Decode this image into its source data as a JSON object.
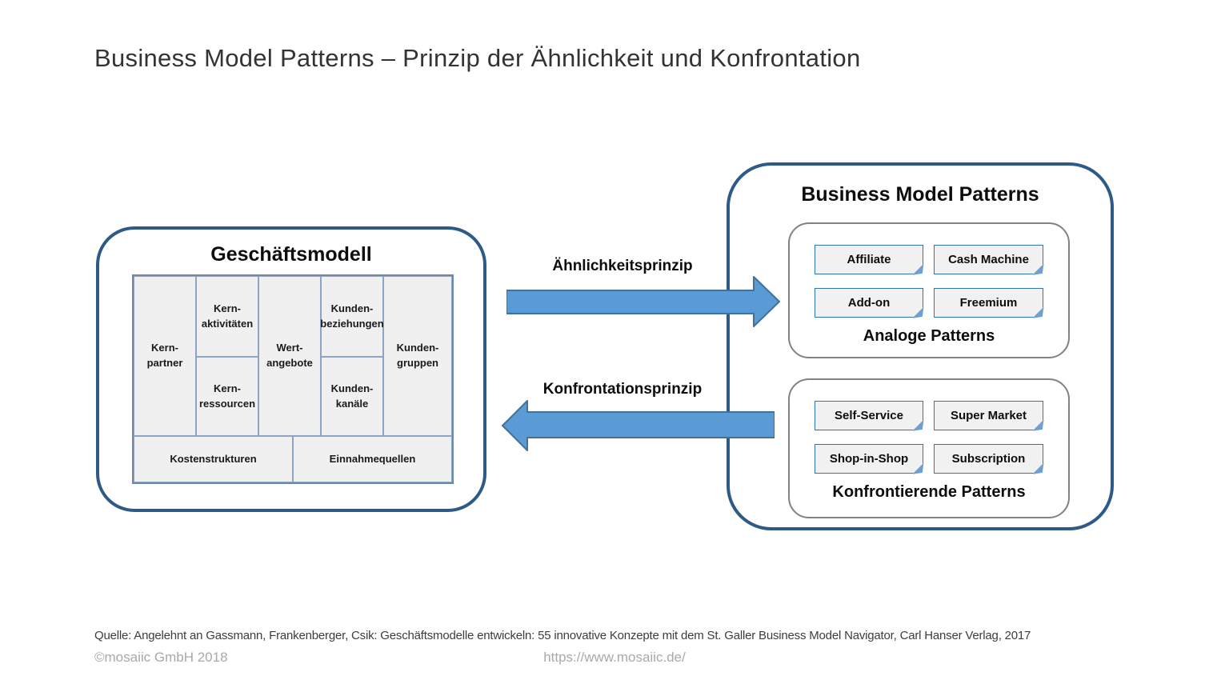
{
  "title": "Business Model Patterns – Prinzip der Ähnlichkeit und Konfrontation",
  "business_model": {
    "title": "Geschäftsmodell",
    "cells": {
      "kern_partner": "Kern-\npartner",
      "kern_aktivitaeten": "Kern-\naktivitäten",
      "kern_ressourcen": "Kern-\nressourcen",
      "wert_angebote": "Wert-\nangebote",
      "kunden_beziehungen": "Kunden-\nbeziehungen",
      "kunden_kanaele": "Kunden-\nkanäle",
      "kunden_gruppen": "Kunden-\ngruppen",
      "kostenstrukturen": "Kostenstrukturen",
      "einnahmequellen": "Einnahmequellen"
    }
  },
  "arrows": {
    "similarity_label": "Ähnlichkeitsprinzip",
    "confrontation_label": "Konfrontationsprinzip"
  },
  "patterns": {
    "title": "Business Model Patterns",
    "analog": {
      "label": "Analoge Patterns",
      "items": [
        "Affiliate",
        "Cash Machine",
        "Add-on",
        "Freemium"
      ]
    },
    "confronting": {
      "label": "Konfrontierende Patterns",
      "items": [
        "Self-Service",
        "Super Market",
        "Shop-in-Shop",
        "Subscription"
      ]
    }
  },
  "source": "Quelle: Angelehnt an Gassmann, Frankenberger, Csik: Geschäftsmodelle entwickeln: 55 innovative Konzepte mit dem St. Galler Business Model Navigator, Carl Hanser Verlag, 2017",
  "footer": {
    "copyright": "©mosaiic GmbH 2018",
    "url": "https://www.mosaiic.de/"
  },
  "colors": {
    "box_border": "#2E5A87",
    "arrow_fill": "#5B9BD5",
    "arrow_edge": "#41719C",
    "card_border": "#2E75B6",
    "card_fill": "#F1F1F1",
    "cell_fill": "#F0F0F0",
    "cell_border": "#8CA5C5",
    "panel_border": "#828282",
    "footer_text": "#A9A9A9"
  }
}
